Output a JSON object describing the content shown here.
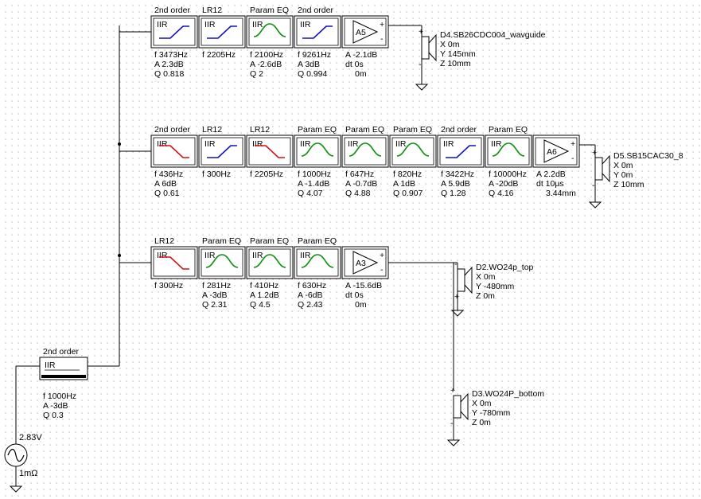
{
  "colors": {
    "wire": "#000000",
    "curve_hp": "#1010c0",
    "curve_lp": "#d01010",
    "curve_peq": "#109010",
    "d4": "#e8a000",
    "d5": "#1a1acc",
    "d2": "#d01010",
    "d3": "#109010"
  },
  "source": {
    "voltage": "2.83V",
    "impedance": "1mΩ",
    "crossover": {
      "title": "2nd order",
      "type": "IIR",
      "lines": [
        "f  1000Hz",
        "A  -3dB",
        "Q  0.3"
      ]
    }
  },
  "rows": [
    {
      "id": "top",
      "blocks": [
        {
          "title": "2nd order",
          "type": "IIR",
          "curve": "hp",
          "lines": [
            "f  3473Hz",
            "A  2.3dB",
            "Q  0.818"
          ]
        },
        {
          "title": "LR12",
          "type": "IIR",
          "curve": "hp",
          "lines": [
            "f  2205Hz"
          ]
        },
        {
          "title": "Param EQ",
          "type": "IIR",
          "curve": "peq",
          "lines": [
            "f  2100Hz",
            "A  -2.6dB",
            "Q  2"
          ]
        },
        {
          "title": "2nd order",
          "type": "IIR",
          "curve": "hp",
          "lines": [
            "f  9261Hz",
            "A  3dB",
            "Q  0.994"
          ]
        }
      ],
      "amp": {
        "label": "A5",
        "lines": [
          "A  -2.1dB",
          "dt 0s",
          "0m"
        ]
      },
      "driver": {
        "name": "D4.SB26CDC004_wavguide",
        "color_key": "d4",
        "lines": [
          "X  0m",
          "Y  145mm",
          "Z  10mm"
        ]
      }
    },
    {
      "id": "mid",
      "blocks": [
        {
          "title": "2nd order",
          "type": "IIR",
          "curve": "lp",
          "lines": [
            "f  436Hz",
            "A  6dB",
            "Q  0.61"
          ]
        },
        {
          "title": "LR12",
          "type": "IIR",
          "curve": "hp",
          "lines": [
            "f  300Hz"
          ]
        },
        {
          "title": "LR12",
          "type": "IIR",
          "curve": "lp",
          "lines": [
            "f  2205Hz"
          ]
        },
        {
          "title": "Param EQ",
          "type": "IIR",
          "curve": "peq",
          "lines": [
            "f  1000Hz",
            "A  -1.4dB",
            "Q  4.07"
          ]
        },
        {
          "title": "Param EQ",
          "type": "IIR",
          "curve": "peq",
          "lines": [
            "f  647Hz",
            "A  -0.7dB",
            "Q  4.88"
          ]
        },
        {
          "title": "Param EQ",
          "type": "IIR",
          "curve": "peq",
          "lines": [
            "f  820Hz",
            "A  1dB",
            "Q  0.907"
          ]
        },
        {
          "title": "2nd order",
          "type": "IIR",
          "curve": "hp",
          "lines": [
            "f  3422Hz",
            "A  5.9dB",
            "Q  1.28"
          ]
        },
        {
          "title": "Param EQ",
          "type": "IIR",
          "curve": "peq",
          "lines": [
            "f  10000Hz",
            "A  -20dB",
            "Q  4.16"
          ]
        }
      ],
      "amp": {
        "label": "A6",
        "lines": [
          "A  2.2dB",
          "dt 10µs",
          "3.44mm"
        ]
      },
      "driver": {
        "name": "D5.SB15CAC30_8",
        "color_key": "d5",
        "lines": [
          "X  0m",
          "Y  0m",
          "Z  10mm"
        ]
      }
    },
    {
      "id": "bot",
      "blocks": [
        {
          "title": "LR12",
          "type": "IIR",
          "curve": "lp",
          "lines": [
            "f  300Hz"
          ]
        },
        {
          "title": "Param EQ",
          "type": "IIR",
          "curve": "peq",
          "lines": [
            "f  281Hz",
            "A  -3dB",
            "Q  2.31"
          ]
        },
        {
          "title": "Param EQ",
          "type": "IIR",
          "curve": "peq",
          "lines": [
            "f  410Hz",
            "A  1.2dB",
            "Q  4.5"
          ]
        },
        {
          "title": "Param EQ",
          "type": "IIR",
          "curve": "peq",
          "lines": [
            "f  630Hz",
            "A  -6dB",
            "Q  2.43"
          ]
        }
      ],
      "amp": {
        "label": "A3",
        "lines": [
          "A  -15.6dB",
          "dt 0s",
          "0m"
        ]
      },
      "drivers": [
        {
          "name": "D2.WO24p_top",
          "color_key": "d2",
          "lines": [
            "X  0m",
            "Y  -480mm",
            "Z  0m"
          ]
        },
        {
          "name": "D3.WO24P_bottom",
          "color_key": "d3",
          "lines": [
            "X  0m",
            "Y  -780mm",
            "Z  0m"
          ]
        }
      ]
    }
  ]
}
